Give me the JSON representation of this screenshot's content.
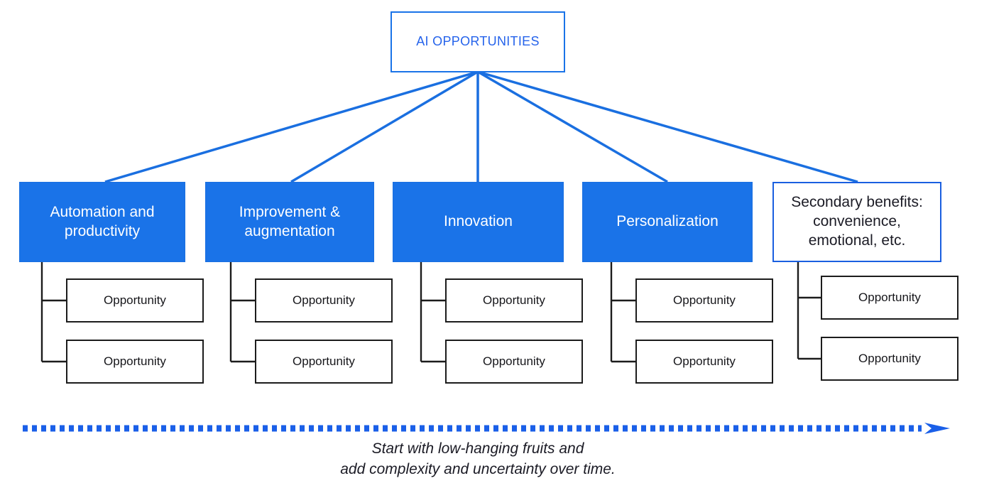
{
  "diagram": {
    "title": "AI OPPORTUNITIES",
    "colors": {
      "brand_blue": "#1a73e8",
      "root_text_blue": "#2563eb",
      "leaf_border": "#1c1c1c",
      "dark_text": "#1b1b25",
      "white": "#ffffff"
    },
    "root": {
      "label": "AI OPPORTUNITIES"
    },
    "categories": [
      {
        "label": "Automation and productivity",
        "style": "filled",
        "children": [
          {
            "label": "Opportunity"
          },
          {
            "label": "Opportunity"
          }
        ]
      },
      {
        "label": "Improvement & augmentation",
        "style": "filled",
        "children": [
          {
            "label": "Opportunity"
          },
          {
            "label": "Opportunity"
          }
        ]
      },
      {
        "label": "Innovation",
        "style": "filled",
        "children": [
          {
            "label": "Opportunity"
          },
          {
            "label": "Opportunity"
          }
        ]
      },
      {
        "label": "Personalization",
        "style": "filled",
        "children": [
          {
            "label": "Opportunity"
          },
          {
            "label": "Opportunity"
          }
        ]
      },
      {
        "label": "Secondary benefits: convenience, emotional, etc.",
        "style": "outlined",
        "children": [
          {
            "label": "Opportunity"
          },
          {
            "label": "Opportunity"
          }
        ]
      }
    ],
    "timeline": {
      "style": "dotted-arrow-right",
      "caption_line_1": "Start with low-hanging fruits and",
      "caption_line_2": "add complexity and uncertainty over time."
    }
  }
}
